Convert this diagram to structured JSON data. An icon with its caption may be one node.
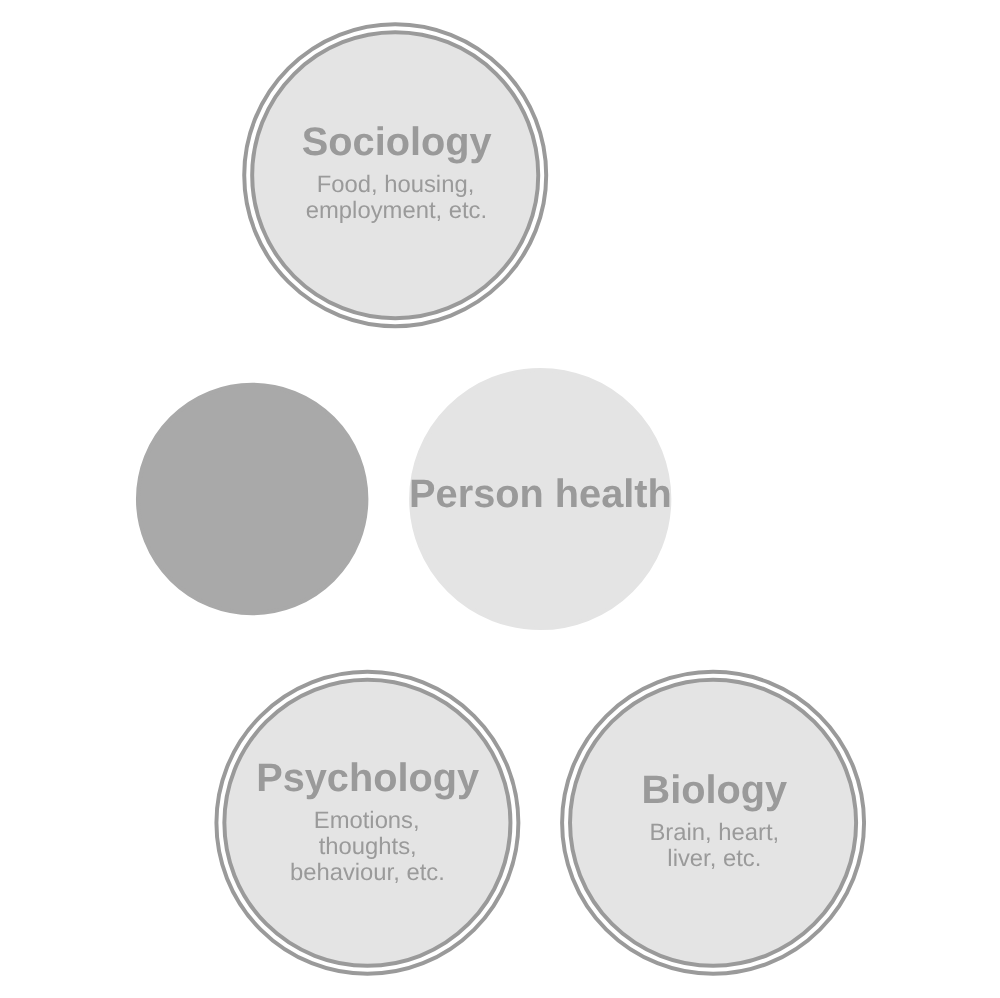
{
  "diagram": {
    "nodes": [
      {
        "text": [],
        "shape": "circle"
      },
      {
        "text": [
          "Sociology",
          "Food, housing, employment, etc."
        ]
      },
      {
        "text": [
          "Person health"
        ]
      },
      {
        "text": [
          "Psychology",
          "Emotions, thoughts, behaviour, etc."
        ]
      },
      {
        "text": [
          "Biology",
          "Brain, heart, liver, etc."
        ]
      }
    ]
  }
}
